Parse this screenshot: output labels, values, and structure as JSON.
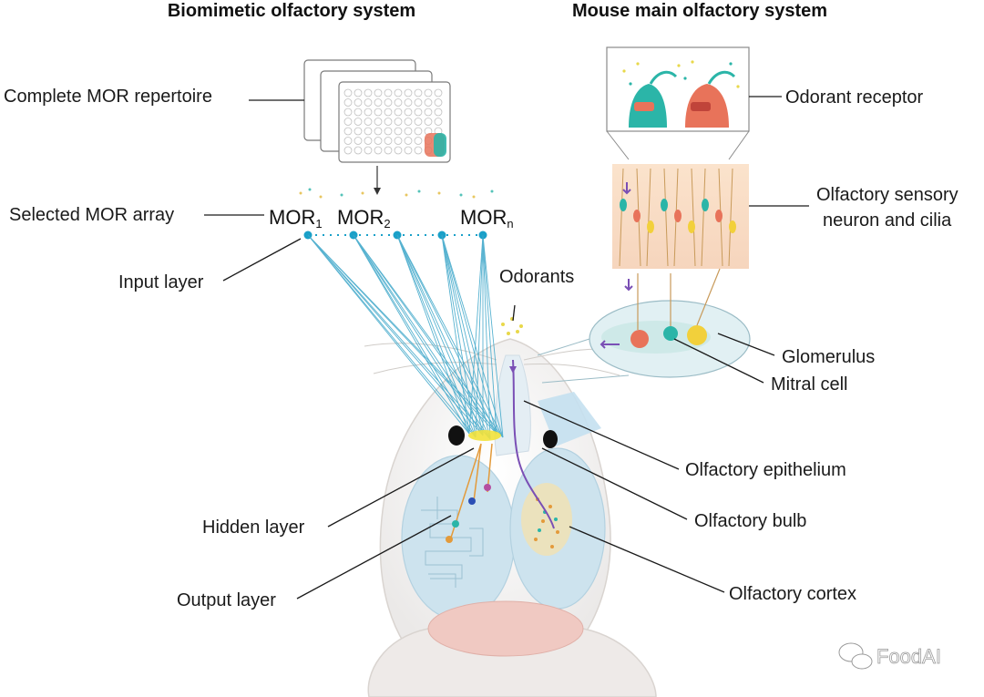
{
  "headers": {
    "left": "Biomimetic olfactory system",
    "right": "Mouse main olfactory system"
  },
  "labels": {
    "complete_mor_repertoire": "Complete MOR repertoire",
    "selected_mor_array": "Selected MOR array",
    "input_layer": "Input layer",
    "hidden_layer": "Hidden layer",
    "output_layer": "Output layer",
    "odorants": "Odorants",
    "odorant_receptor": "Odorant receptor",
    "olfactory_sensory_line1": "Olfactory sensory",
    "olfactory_sensory_line2": "neuron and cilia",
    "glomerulus": "Glomerulus",
    "mitral_cell": "Mitral cell",
    "olfactory_epithelium": "Olfactory epithelium",
    "olfactory_bulb": "Olfactory bulb",
    "olfactory_cortex": "Olfactory cortex"
  },
  "mor": {
    "base": "MOR",
    "items": [
      {
        "sub": "1"
      },
      {
        "sub": "2"
      },
      {
        "sub": "n"
      }
    ]
  },
  "watermark": "FoodAI",
  "colors": {
    "teal": "#2bb5a8",
    "coral": "#e8735a",
    "yellow": "#f2d03b",
    "purple": "#7a4fb5",
    "blue_line": "#1aa0c8",
    "skin": "#f7dcc6",
    "brain": "#cfe6f0"
  }
}
